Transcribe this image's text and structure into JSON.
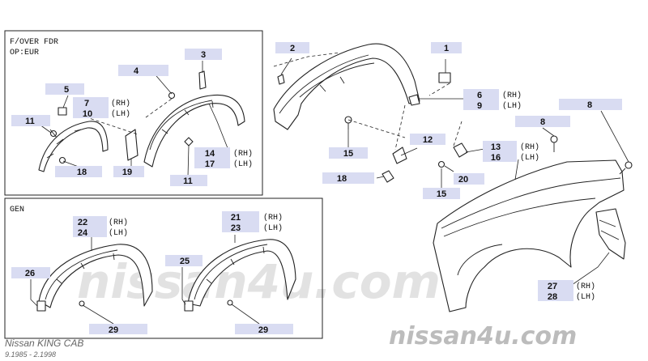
{
  "sections": {
    "top_left_label_line1": "F/OVER FDR",
    "top_left_label_line2": "OP:EUR",
    "bottom_left_label": "GEN"
  },
  "callouts": {
    "c1": "1",
    "c2": "2",
    "c3": "3",
    "c4": "4",
    "c5": "5",
    "c6": "6",
    "c7": "7",
    "c8a": "8",
    "c8b": "8",
    "c9": "9",
    "c10": "10",
    "c11a": "11",
    "c11b": "11",
    "c12": "12",
    "c13": "13",
    "c14": "14",
    "c15a": "15",
    "c15b": "15",
    "c16": "16",
    "c17": "17",
    "c18a": "18",
    "c18b": "18",
    "c19": "19",
    "c20": "20",
    "c21": "21",
    "c22": "22",
    "c23": "23",
    "c24": "24",
    "c25": "25",
    "c26": "26",
    "c27": "27",
    "c28": "28",
    "c29a": "29",
    "c29b": "29"
  },
  "side_labels": {
    "rh": "(RH)",
    "lh": "(LH)"
  },
  "watermark": {
    "brand": "nissan4u.com",
    "brand_bottom": "nissan4u.com"
  },
  "caption": {
    "model": "Nissan KING CAB",
    "dates": "9.1985 - 2.1998"
  },
  "colors": {
    "callout_fill": "#d9dcf2",
    "line": "#222222",
    "watermark": "#d0d0d0",
    "watermark_bottom": "#bcbcbc"
  }
}
